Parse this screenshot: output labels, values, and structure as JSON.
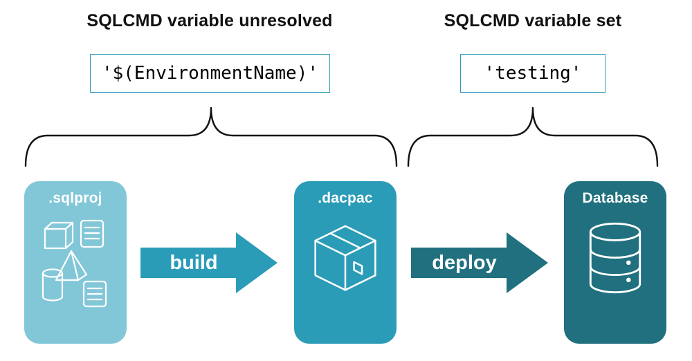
{
  "annotations": {
    "left": {
      "heading": "SQLCMD variable unresolved",
      "code": "'$(EnvironmentName)'"
    },
    "right": {
      "heading": "SQLCMD variable set",
      "code": "'testing'"
    }
  },
  "pipeline": {
    "source": {
      "label": ".sqlproj",
      "icons": [
        "cube-icon",
        "script-icon",
        "pyramid-icon",
        "cylinder-icon",
        "script-icon"
      ]
    },
    "build_arrow": {
      "label": "build"
    },
    "package": {
      "label": ".dacpac",
      "icons": [
        "package-box-icon"
      ]
    },
    "deploy_arrow": {
      "label": "deploy"
    },
    "database": {
      "label": "Database",
      "icons": [
        "database-icon"
      ]
    }
  },
  "colors": {
    "light_teal": "#82C7D8",
    "mid_teal": "#2B9CB8",
    "dark_teal": "#20707F",
    "outline_teal": "#2B9CB8",
    "ink": "#111111",
    "icon_stroke": "#FFFFFF",
    "background": "#FFFFFF"
  }
}
